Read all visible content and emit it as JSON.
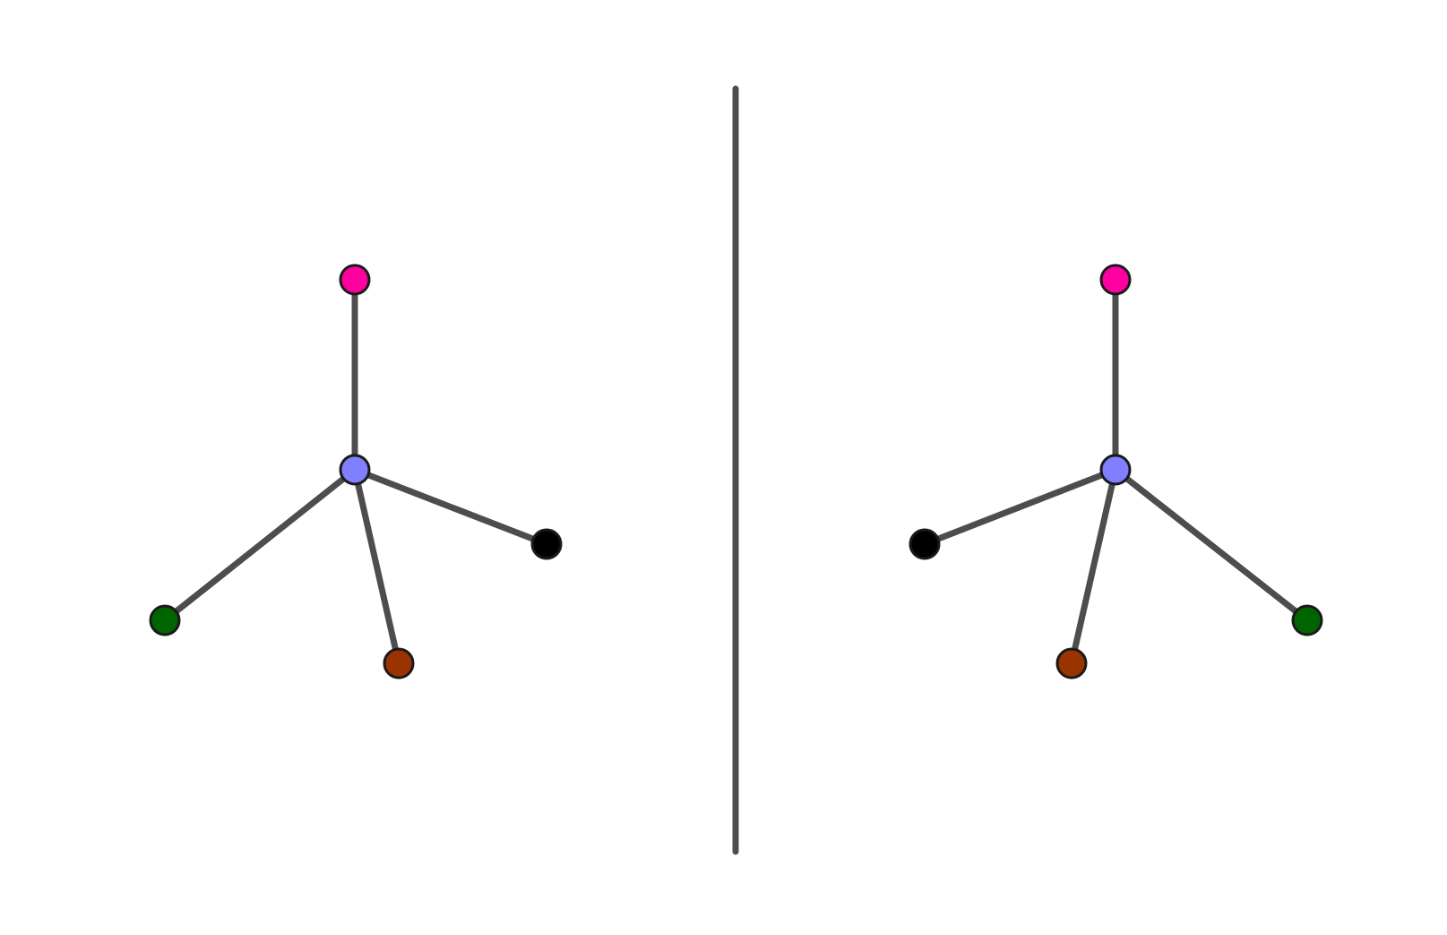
{
  "diagram": {
    "type": "mirror-image-molecules",
    "colors": {
      "bond": "#4d4d4d",
      "mirror_plane": "#4d4d4d",
      "atom_outline": "#1a1a1a"
    },
    "molecules": [
      {
        "name": "left-molecule",
        "center_atom": {
          "name": "central-atom",
          "color": "#7f7fff"
        },
        "substituents": [
          {
            "name": "magenta-atom",
            "color": "#ff00a0"
          },
          {
            "name": "black-atom",
            "color": "#000000"
          },
          {
            "name": "brown-atom",
            "color": "#993300"
          },
          {
            "name": "green-atom",
            "color": "#006400"
          }
        ]
      },
      {
        "name": "right-molecule",
        "center_atom": {
          "name": "central-atom",
          "color": "#7f7fff"
        },
        "substituents": [
          {
            "name": "magenta-atom",
            "color": "#ff00a0"
          },
          {
            "name": "black-atom",
            "color": "#000000"
          },
          {
            "name": "brown-atom",
            "color": "#993300"
          },
          {
            "name": "green-atom",
            "color": "#006400"
          }
        ]
      }
    ]
  }
}
